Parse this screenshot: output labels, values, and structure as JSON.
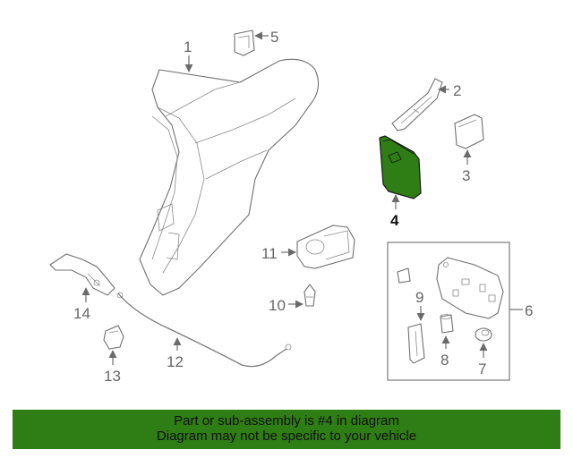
{
  "diagram": {
    "callouts": [
      "1",
      "2",
      "3",
      "4",
      "5",
      "6",
      "7",
      "8",
      "9",
      "10",
      "11",
      "12",
      "13",
      "14"
    ],
    "highlight_color": "#2f7d15"
  },
  "banner": {
    "line1": "Part or sub-assembly is #4 in diagram",
    "line2": "Diagram may not be specific to your vehicle",
    "background": "#2f7d15"
  }
}
